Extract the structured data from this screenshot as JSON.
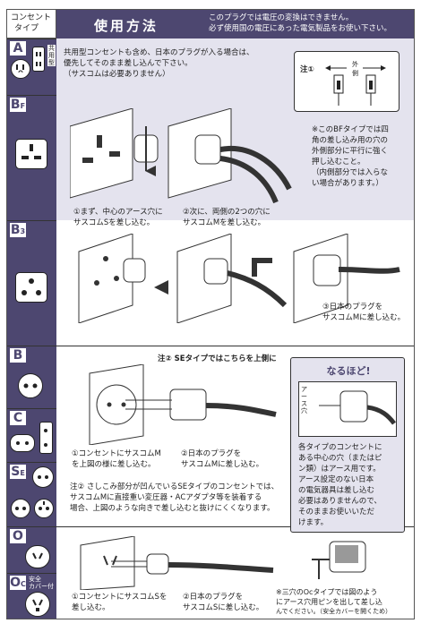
{
  "header": {
    "col_label": [
      "コンセント",
      "タイプ"
    ],
    "title": "使用方法",
    "notice": [
      "このプラグでは電圧の変換はできません。",
      "必ず使用国の電圧にあった電気製品をお使い下さい。"
    ]
  },
  "types": {
    "a": {
      "label": "A",
      "vertical_note": "共用型"
    },
    "bf": {
      "label": "B",
      "sub": "F"
    },
    "b3": {
      "label": "B",
      "sub": "3"
    },
    "b": {
      "label": "B"
    },
    "c": {
      "label": "C"
    },
    "se": {
      "label": "S",
      "sub": "E"
    },
    "o": {
      "label": "O"
    },
    "oc": {
      "label": "O",
      "sub": "C",
      "badge": [
        "安全",
        "カバー付"
      ]
    }
  },
  "a_section": {
    "text": [
      "共用型コンセントも含め、日本のプラグが入る場合は、",
      "優先してそのまま差し込んで下さい。",
      "（サスコムは必要ありません）"
    ],
    "note_label": "注①",
    "note_outside": "外",
    "note_side": "側"
  },
  "bf_section": {
    "step1": [
      "①まず、中心のアース穴に",
      "サスコムSを差し込む。"
    ],
    "step2": [
      "②次に、両側の2つの穴に",
      "サスコムMを差し込む。"
    ],
    "note": [
      "※このBFタイプでは四",
      "角の差し込み用の穴の",
      "外側部分に平行に強く",
      "押し込むこと。",
      "（内側部分では入らな",
      "い場合があります。）"
    ]
  },
  "b3_section": {
    "step3": [
      "③日本のプラグを",
      "サスコムMに差し込む。"
    ]
  },
  "b_section": {
    "note2_top": "注② SEタイプではこちらを上側に",
    "step1": [
      "①コンセントにサスコムM",
      "を上図の様に差し込む。"
    ],
    "step2": [
      "②日本のプラグを",
      "サスコムMに差し込む。"
    ],
    "note2": [
      "注② さしこみ部分が凹んでいるSEタイプのコンセントでは、",
      "サスコムMに直接重い変圧器・ACアダプタ等を装着する",
      "場合、上図のような向きで差し込むと抜けにくくなります。"
    ]
  },
  "naruhodo": {
    "title": "なるほど!",
    "vlabel": "アース穴",
    "text": [
      "各タイプのコンセントに",
      "ある中心の穴（またはピ",
      "ン類）はアース用です。",
      "アース設定のない日本",
      "の電気器具は差し込む",
      "必要はありませんので、",
      "そのままお使いいただ",
      "けます。"
    ]
  },
  "o_section": {
    "step1": [
      "①コンセントにサスコムSを",
      "差し込む。"
    ],
    "step2": [
      "②日本のプラグを",
      "サスコムSに差し込む。"
    ],
    "note": [
      "※三穴のOcタイプでは図のよう",
      "にアース穴用ピンを出して差し込",
      "んでください。（安全カバーを開くため）"
    ]
  },
  "colors": {
    "accent": "#4d4770",
    "band": "#e4e3ee"
  }
}
